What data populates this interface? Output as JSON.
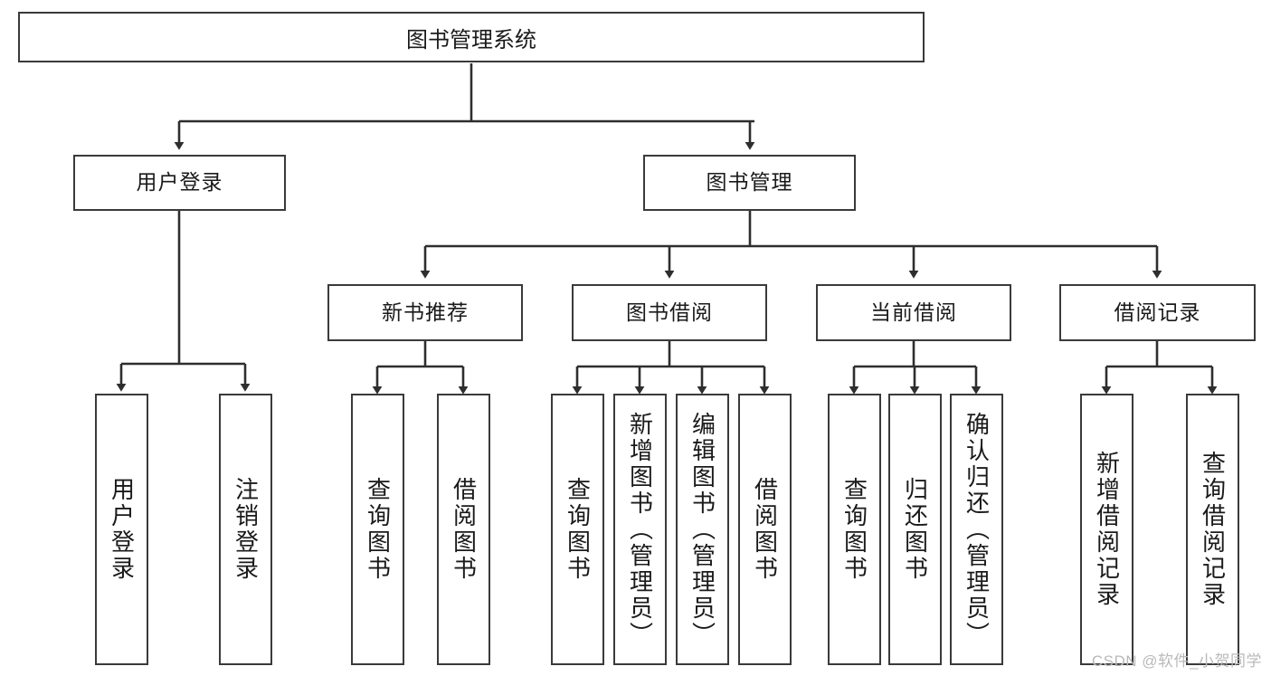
{
  "diagram": {
    "title": "图书管理系统",
    "type": "tree-hierarchy",
    "watermark": "CSDN @软件_小贺同学",
    "colors": {
      "background": "#ffffff",
      "node_border": "#3a3a3a",
      "node_fill": "#ffffff",
      "edge": "#2e2e2e",
      "text": "#1a1a1a",
      "watermark": "#b9b9b9"
    },
    "root": {
      "label": "图书管理系统"
    },
    "level2": [
      {
        "label": "用户登录"
      },
      {
        "label": "图书管理"
      }
    ],
    "level3": [
      {
        "label": "新书推荐"
      },
      {
        "label": "图书借阅"
      },
      {
        "label": "当前借阅"
      },
      {
        "label": "借阅记录"
      }
    ],
    "leaves": {
      "user_login": [
        {
          "label": "用户登录"
        },
        {
          "label": "注销登录"
        }
      ],
      "new_book_recommend": [
        {
          "label": "查询图书"
        },
        {
          "label": "借阅图书"
        }
      ],
      "book_borrow": [
        {
          "label": "查询图书"
        },
        {
          "label": "新增图书（管理员）"
        },
        {
          "label": "编辑图书（管理员）"
        },
        {
          "label": "借阅图书"
        }
      ],
      "current_borrow": [
        {
          "label": "查询图书"
        },
        {
          "label": "归还图书"
        },
        {
          "label": "确认归还（管理员）"
        }
      ],
      "borrow_record": [
        {
          "label": "新增借阅记录"
        },
        {
          "label": "查询借阅记录"
        }
      ]
    }
  }
}
